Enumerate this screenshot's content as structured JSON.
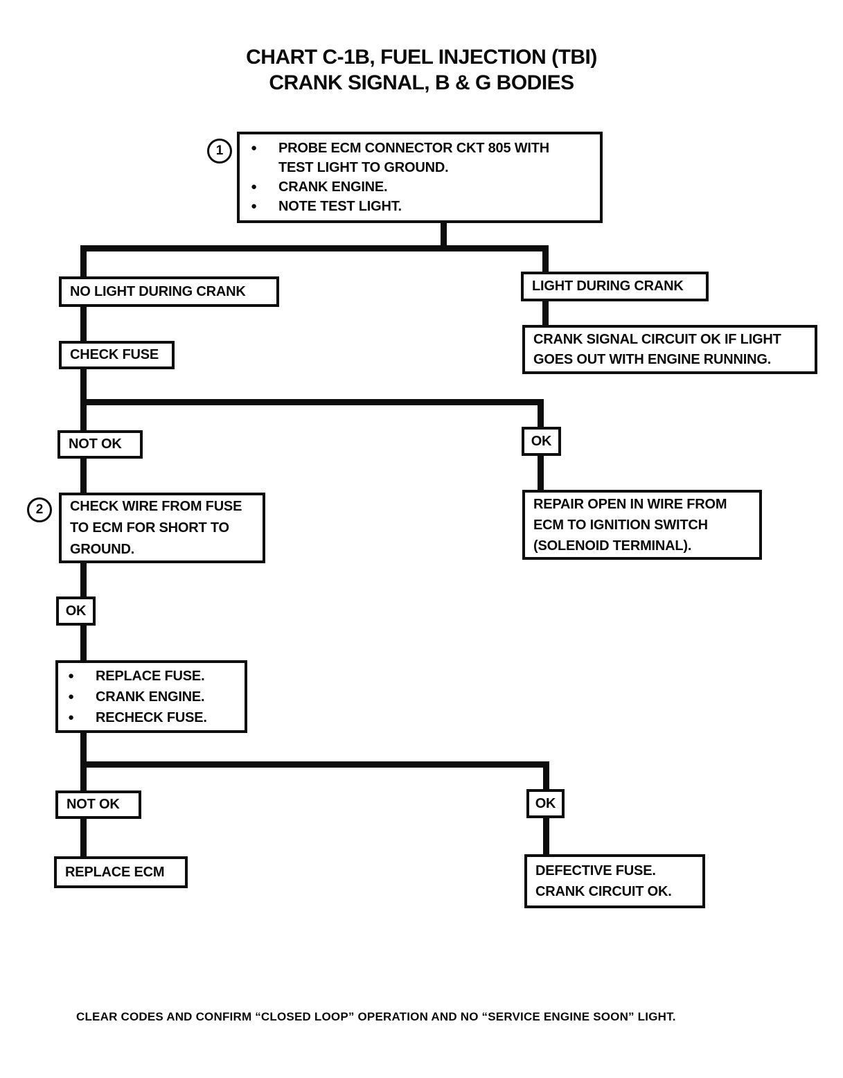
{
  "title": {
    "line1": "CHART C-1B, FUEL INJECTION (TBI)",
    "line2": "CRANK SIGNAL, B & G BODIES"
  },
  "glyphs": {
    "bullet": "●"
  },
  "step1": {
    "number": "1",
    "items": [
      "PROBE ECM CONNECTOR CKT 805 WITH TEST LIGHT TO GROUND.",
      "CRANK ENGINE.",
      "NOTE TEST LIGHT."
    ]
  },
  "branch1": {
    "left_label": "NO LIGHT DURING CRANK",
    "right_label": "LIGHT DURING CRANK",
    "right_result_lines": [
      "CRANK SIGNAL CIRCUIT OK IF LIGHT",
      "GOES OUT WITH ENGINE RUNNING."
    ]
  },
  "check_fuse": {
    "label": "CHECK FUSE"
  },
  "branch2": {
    "left_label": "NOT OK",
    "right_label": "OK",
    "right_result_lines": [
      "REPAIR OPEN IN WIRE FROM",
      "ECM TO IGNITION SWITCH",
      "(SOLENOID TERMINAL)."
    ]
  },
  "step2": {
    "number": "2",
    "lines": [
      "CHECK WIRE FROM FUSE",
      "TO ECM FOR SHORT TO",
      "GROUND."
    ],
    "result_label": "OK"
  },
  "replace_fuse": {
    "items": [
      "REPLACE FUSE.",
      "CRANK ENGINE.",
      "RECHECK FUSE."
    ]
  },
  "branch3": {
    "left_label": "NOT OK",
    "left_result": "REPLACE ECM",
    "right_label": "OK",
    "right_result_lines": [
      "DEFECTIVE FUSE.",
      "CRANK CIRCUIT OK."
    ]
  },
  "footnote": "CLEAR CODES AND CONFIRM “CLOSED LOOP” OPERATION AND NO “SERVICE ENGINE SOON” LIGHT."
}
